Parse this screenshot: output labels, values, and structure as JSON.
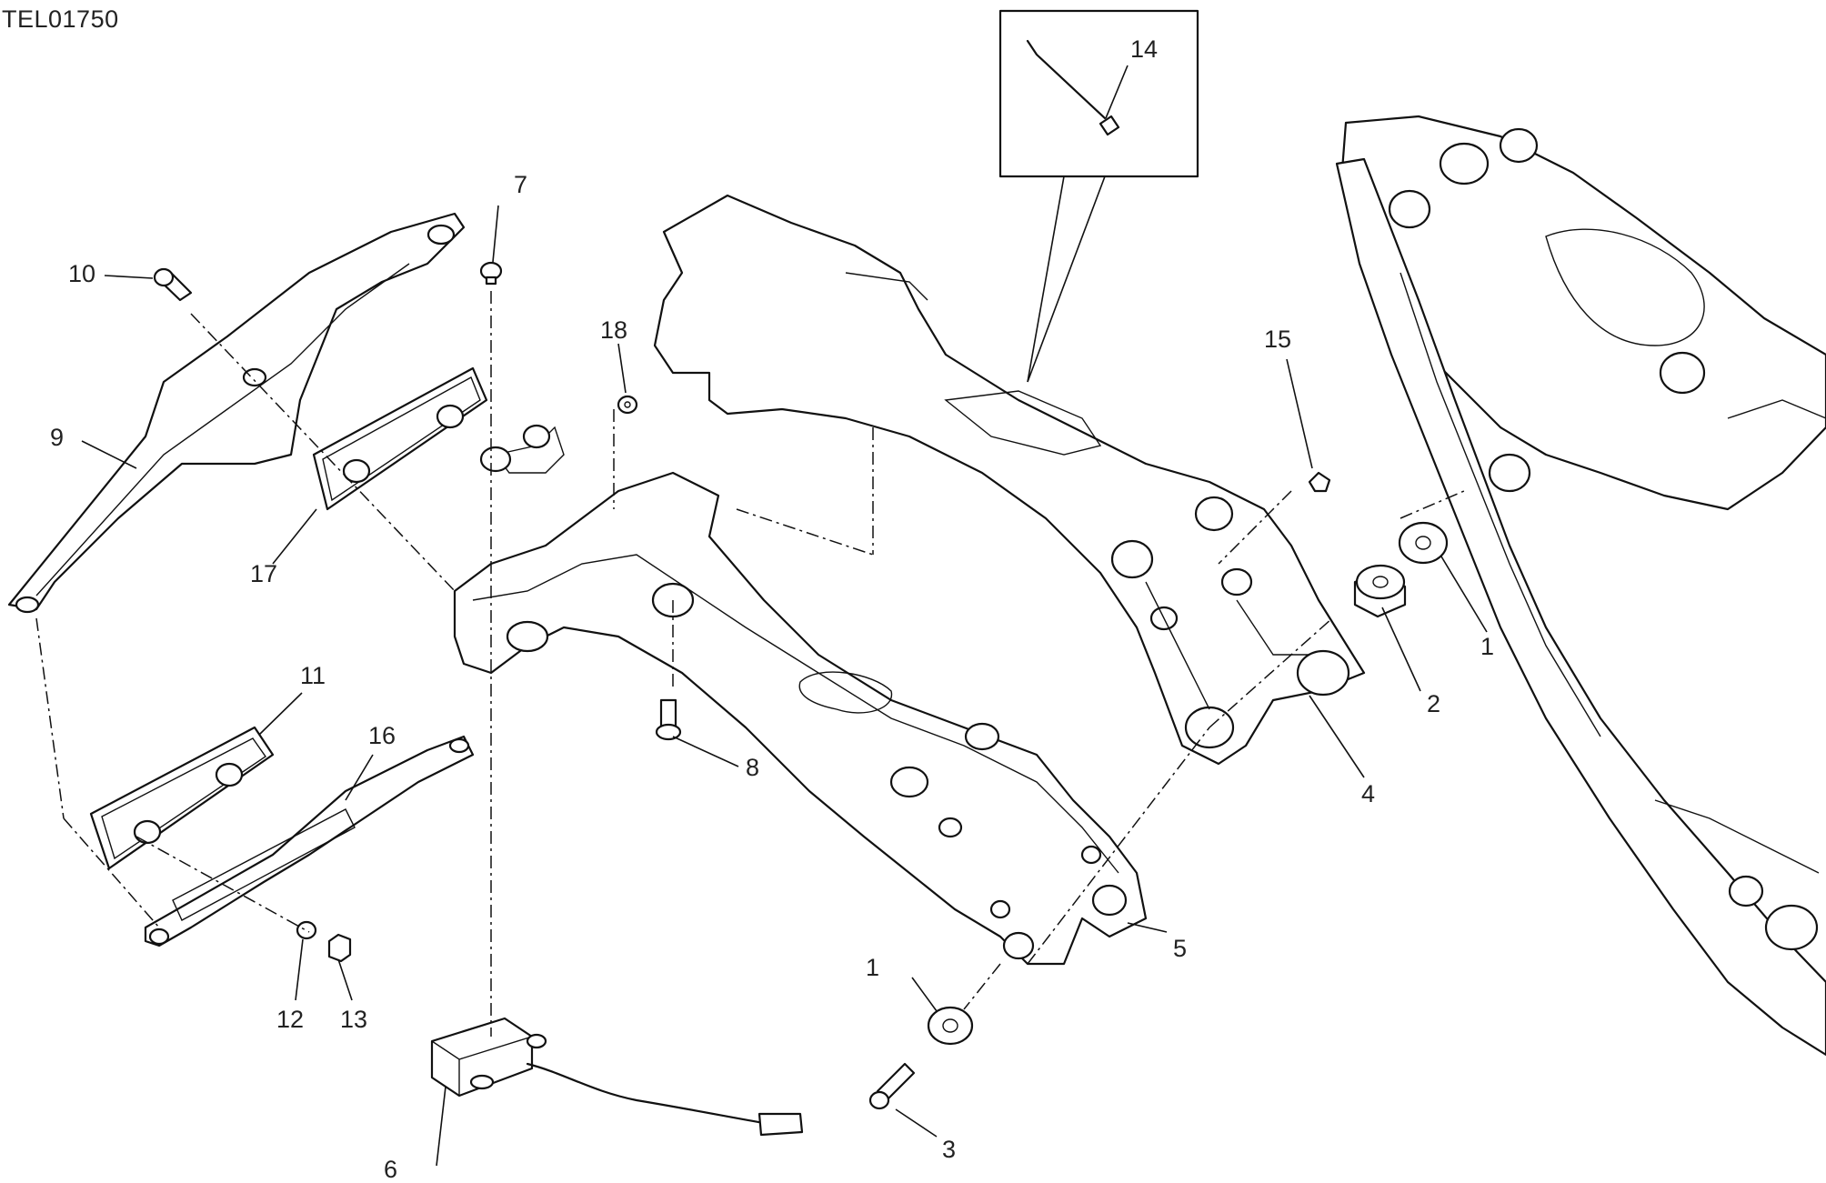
{
  "drawing_code": "TEL01750",
  "labels": [
    {
      "id": "l1a",
      "text": "1"
    },
    {
      "id": "l1b",
      "text": "1"
    },
    {
      "id": "l2",
      "text": "2"
    },
    {
      "id": "l3",
      "text": "3"
    },
    {
      "id": "l4",
      "text": "4"
    },
    {
      "id": "l5",
      "text": "5"
    },
    {
      "id": "l6",
      "text": "6"
    },
    {
      "id": "l7",
      "text": "7"
    },
    {
      "id": "l8",
      "text": "8"
    },
    {
      "id": "l9",
      "text": "9"
    },
    {
      "id": "l10",
      "text": "10"
    },
    {
      "id": "l11",
      "text": "11"
    },
    {
      "id": "l12",
      "text": "12"
    },
    {
      "id": "l13",
      "text": "13"
    },
    {
      "id": "l14",
      "text": "14"
    },
    {
      "id": "l15",
      "text": "15"
    },
    {
      "id": "l16",
      "text": "16"
    },
    {
      "id": "l17",
      "text": "17"
    },
    {
      "id": "l18",
      "text": "18"
    }
  ]
}
